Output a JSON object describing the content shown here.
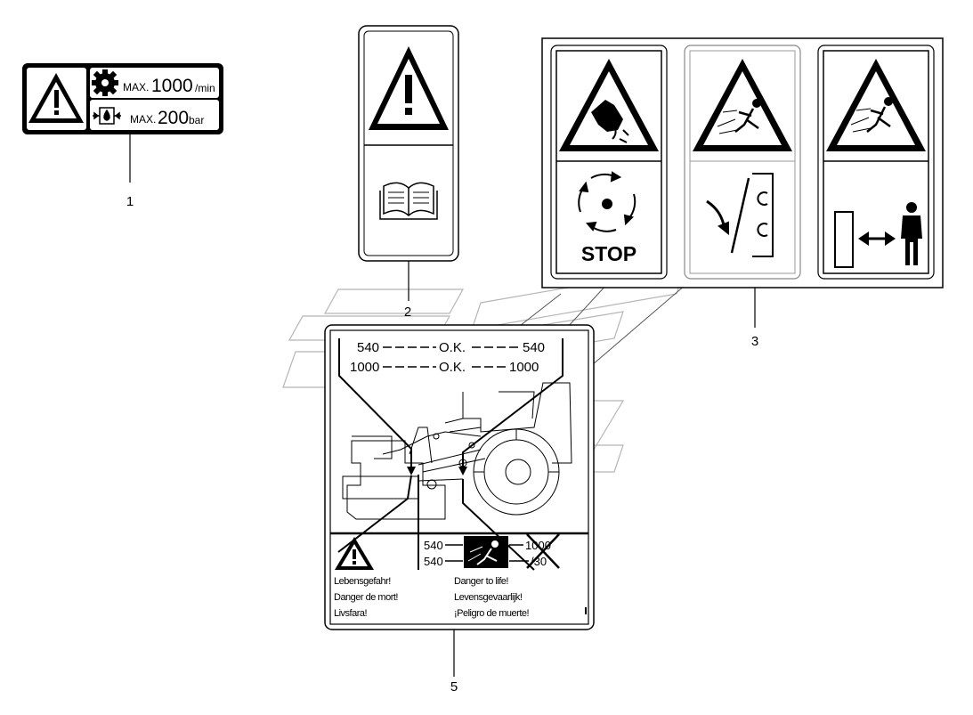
{
  "callouts": [
    "1",
    "2",
    "3",
    "5"
  ],
  "decal1": {
    "rpm_prefix": "MAX.",
    "rpm_value": "1000",
    "rpm_unit": "/min",
    "pressure_prefix": "MAX.",
    "pressure_value": "200",
    "pressure_unit": "bar"
  },
  "decal3": {
    "stop_text": "STOP"
  },
  "decal5": {
    "top_rows": [
      {
        "left": "540",
        "mid": "O.K.",
        "right": "540"
      },
      {
        "left": "1000",
        "mid": "O.K.",
        "right": "1000"
      }
    ],
    "bottom_rows": [
      {
        "left": "540",
        "right": "1000"
      },
      {
        "left": "540",
        "right": "/30"
      }
    ],
    "warnings": [
      "Lebensgefahr!",
      "Danger de mort!",
      "Livsfara!",
      "Danger to life!",
      "Levensgevaarlijk!",
      "¡Peligro de muerte!"
    ]
  }
}
